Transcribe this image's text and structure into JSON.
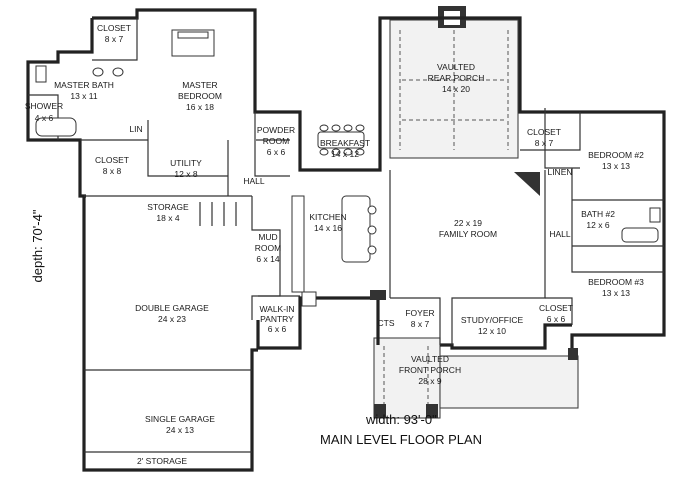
{
  "rooms": {
    "closet_master": {
      "name": "CLOSET",
      "size": "8 x 7"
    },
    "master_bath": {
      "name": "MASTER BATH",
      "size": "13 x 11"
    },
    "shower": {
      "name": "SHOWER",
      "size": "4 x 6"
    },
    "master_bedroom": {
      "name": "MASTER",
      "name2": "BEDROOM",
      "size": "16 x 18"
    },
    "lin_master": {
      "name": "LIN"
    },
    "closet_8x8": {
      "name": "CLOSET",
      "size": "8 x 8"
    },
    "utility": {
      "name": "UTILITY",
      "size": "12 x 8"
    },
    "powder_room": {
      "name": "POWDER",
      "name2": "ROOM",
      "size": "6 x 6"
    },
    "breakfast": {
      "name": "BREAKFAST",
      "size": "14 x 12"
    },
    "hall_left": {
      "name": "HALL"
    },
    "storage_18x4": {
      "name": "STORAGE",
      "size": "18 x 4"
    },
    "kitchen": {
      "name": "KITCHEN",
      "size": "14 x 16"
    },
    "mud_room": {
      "name": "MUD",
      "name2": "ROOM",
      "size": "6 x 14"
    },
    "vaulted_rear_porch": {
      "name": "VAULTED",
      "name2": "REAR PORCH",
      "size": "14 x 20"
    },
    "family_room": {
      "size": "22 x 19",
      "name": "FAMILY ROOM"
    },
    "closet_bed2": {
      "name": "CLOSET",
      "size": "8 x 7"
    },
    "bedroom2": {
      "name": "BEDROOM #2",
      "size": "13 x 13"
    },
    "linen": {
      "name": "LINEN"
    },
    "bath2": {
      "name": "BATH #2",
      "size": "12 x 6"
    },
    "hall_right": {
      "name": "HALL"
    },
    "bedroom3": {
      "name": "BEDROOM #3",
      "size": "13 x 13"
    },
    "closet_6x6": {
      "name": "CLOSET",
      "size": "6 x 6"
    },
    "double_garage": {
      "name": "DOUBLE GARAGE",
      "size": "24 x 23"
    },
    "walkin_pantry": {
      "name": "WALK-IN",
      "name2": "PANTRY",
      "size": "6 x 6"
    },
    "foyer": {
      "name": "FOYER",
      "size": "8 x 7"
    },
    "cts": {
      "name": "CTS"
    },
    "study_office": {
      "name": "STUDY/OFFICE",
      "size": "12 x 10"
    },
    "vaulted_front_porch": {
      "name": "VAULTED",
      "name2": "FRONT PORCH",
      "size": "28 x 9"
    },
    "single_garage": {
      "name": "SINGLE GARAGE",
      "size": "24 x 13"
    },
    "storage_2": {
      "name": "2' STORAGE"
    }
  },
  "dimensions": {
    "depth": "depth: 70'-4\"",
    "width": "width: 93'-0\""
  },
  "plan_title": "MAIN LEVEL FLOOR PLAN"
}
